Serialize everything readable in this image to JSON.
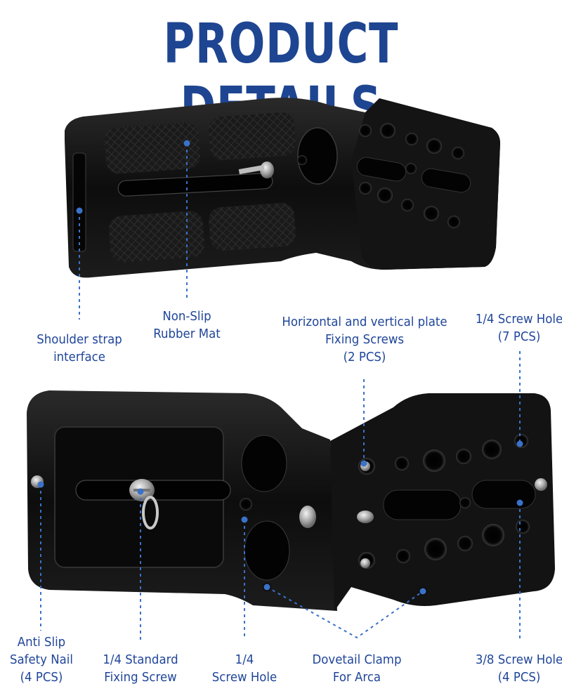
{
  "title": "PRODUCT DETAILS",
  "colors": {
    "accent": "#1e4591",
    "callout": "#3a72c8",
    "metal": "#111111"
  },
  "labels": {
    "shoulder_strap": [
      "Shoulder strap",
      "interface"
    ],
    "rubber_mat": [
      "Non-Slip",
      "Rubber Mat"
    ],
    "fixing_screws": [
      "Horizontal and vertical plate",
      "Fixing Screws",
      "(2 PCS)"
    ],
    "screw_hole_quarter_7": [
      "1/4 Screw Hole",
      "(7 PCS)"
    ],
    "anti_slip": [
      "Anti Slip",
      "Safety Nail",
      "(4 PCS)"
    ],
    "standard_screw": [
      "1/4 Standard",
      "Fixing Screw"
    ],
    "screw_hole_quarter": [
      "1/4",
      "Screw Hole"
    ],
    "dovetail": [
      "Dovetail Clamp",
      "For Arca"
    ],
    "screw_hole_three_eighths": [
      "3/8 Screw Hole",
      "(4 PCS)"
    ]
  }
}
